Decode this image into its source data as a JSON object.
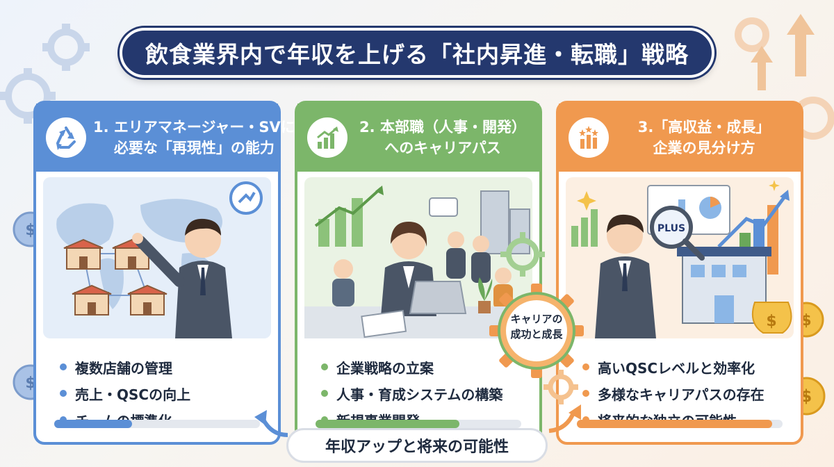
{
  "title": "飲食業界内で年収を上げる「社内昇進・転職」戦略",
  "cards": [
    {
      "header_line1": "1. エリアマネージャー・SVに",
      "header_line2": "必要な「再現性」の能力",
      "header_icon": "recycle-icon",
      "illustration": "area-manager-with-world-map-and-stores",
      "bullets": [
        "複数店舗の管理",
        "売上・QSCの向上",
        "チームの標準化"
      ],
      "progress": 0.38
    },
    {
      "header_line1": "2. 本部職（人事・開発）",
      "header_line2": "へのキャリアパス",
      "header_icon": "growth-chart-icon",
      "illustration": "headquarters-office-team",
      "bullets": [
        "企業戦略の立案",
        "人事・育成システムの構築",
        "新規事業開発"
      ],
      "progress": 0.7
    },
    {
      "header_line1": "3.「高収益・成長」",
      "header_line2": "企業の見分け方",
      "header_icon": "star-bar-chart-icon",
      "illustration": "analyst-with-magnifier-and-company",
      "bullets": [
        "高いQSCレベルと効率化",
        "多様なキャリアパスの存在",
        "将来的な独立の可能性"
      ],
      "progress": 0.95
    }
  ],
  "gear_badge": {
    "line1": "キャリアの",
    "line2": "成功と成長"
  },
  "bottom_banner": "年収アップと将来の可能性",
  "colors": {
    "title_bg": "#24386e",
    "card1": "#5b8fd6",
    "card2": "#7cb66a",
    "card3": "#f0994f",
    "text": "#1e2a3e"
  }
}
